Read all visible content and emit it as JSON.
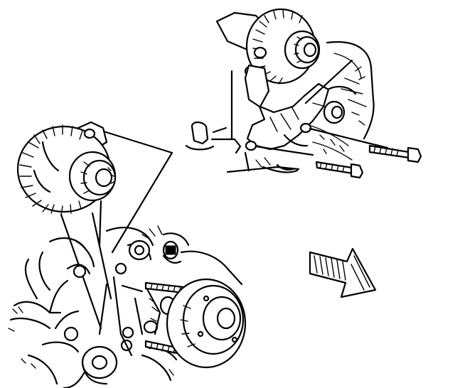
{
  "figure": {
    "text": "",
    "colors": {
      "ink": "#000000",
      "paper": "#ffffff"
    },
    "icons": {
      "direction": "front-of-vehicle-arrow-icon",
      "alternator_large": "alternator-icon",
      "alternator_small": "alternator-icon"
    },
    "components": [
      "alternator-detail",
      "alternator-mounting-bracket",
      "mounting-bolt-upper",
      "mounting-bolt-lower",
      "idler-pulley",
      "engine-front-assembly",
      "alternator-installed",
      "harmonic-balancer",
      "mounting-bolt-front-upper",
      "mounting-bolt-front-lower"
    ]
  }
}
